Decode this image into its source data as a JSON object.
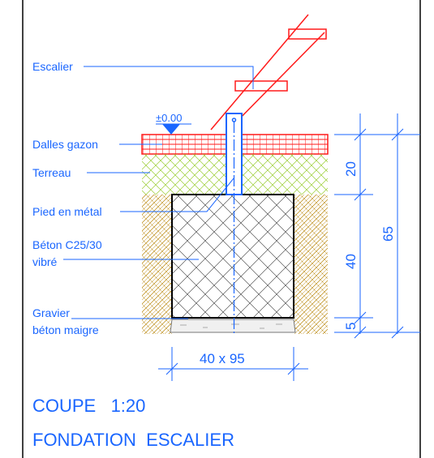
{
  "labels": {
    "escalier": "Escalier",
    "level": "±0.00",
    "dalles": "Dalles gazon",
    "terreau": "Terreau",
    "pied": "Pied en métal",
    "beton_1": "Béton C25/30",
    "beton_2": "vibré",
    "gravier_1": "Gravier",
    "gravier_2": "béton maigre"
  },
  "dimensions": {
    "d20": "20",
    "d40": "40",
    "d5": "5",
    "d65": "65",
    "width": "40 x 95"
  },
  "title": {
    "line1": "COUPE   1:20",
    "line2": "FONDATION  ESCALIER"
  },
  "colors": {
    "annotation": "#1a66ff",
    "stair": "#ff1a1a",
    "grass": "#9acd32",
    "gravel": "#b8860b",
    "frame": "#000000"
  }
}
